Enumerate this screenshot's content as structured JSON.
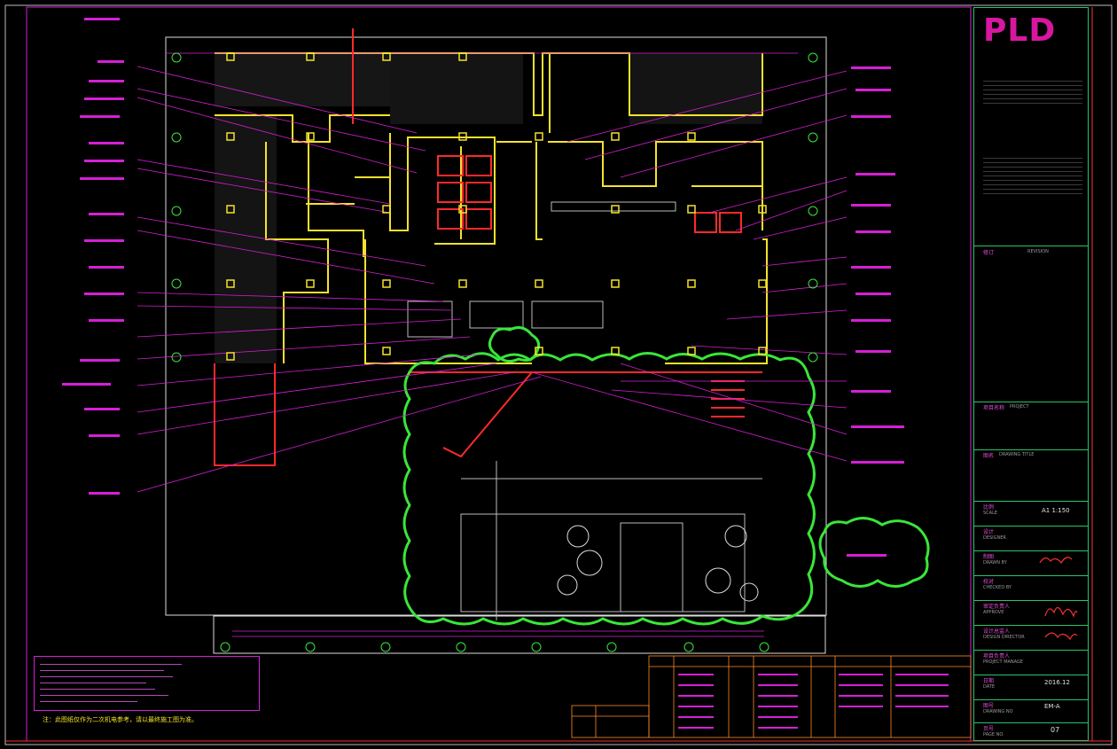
{
  "title_block": {
    "logo": "PLD",
    "revision_label": "修订",
    "revision_en": "REVISION",
    "project_label": "项目名称",
    "project_en": "PROJECT",
    "drawing_title_label": "图名",
    "drawing_title_en": "DRAWING TITLE",
    "scale_label": "比例",
    "scale_en": "SCALE",
    "scale_value": "A1 1:150",
    "designer_label": "设计",
    "designer_en": "DESIGNER",
    "drawn_label": "制图",
    "drawn_en": "DRAWN BY",
    "checked_label": "校对",
    "checked_en": "CHECKED BY",
    "approve_label": "审定负责人",
    "approve_en": "APPROVE",
    "design_director_label": "设计总监人",
    "design_director_en": "DESIGN DIRECTOR",
    "pm_label": "项目负责人",
    "pm_en": "PROJECT MANAGE",
    "date_label": "日期",
    "date_en": "DATE",
    "date_value": "2016.12",
    "drawing_no_label": "图号",
    "drawing_no_en": "DRAWING NO",
    "drawing_no_value": "EM-A",
    "page_label": "页号",
    "page_en": "PAGE NO.",
    "page_value": "07"
  },
  "notes": {
    "warning": "注：此图纸仅作为二次机电参考，请以最终施工图为准。"
  },
  "colors": {
    "wall": "#f5e22b",
    "leader": "#d61fd6",
    "landscape": "#39e639",
    "equipment": "#ff2a2a",
    "frame": "#29c46a"
  }
}
